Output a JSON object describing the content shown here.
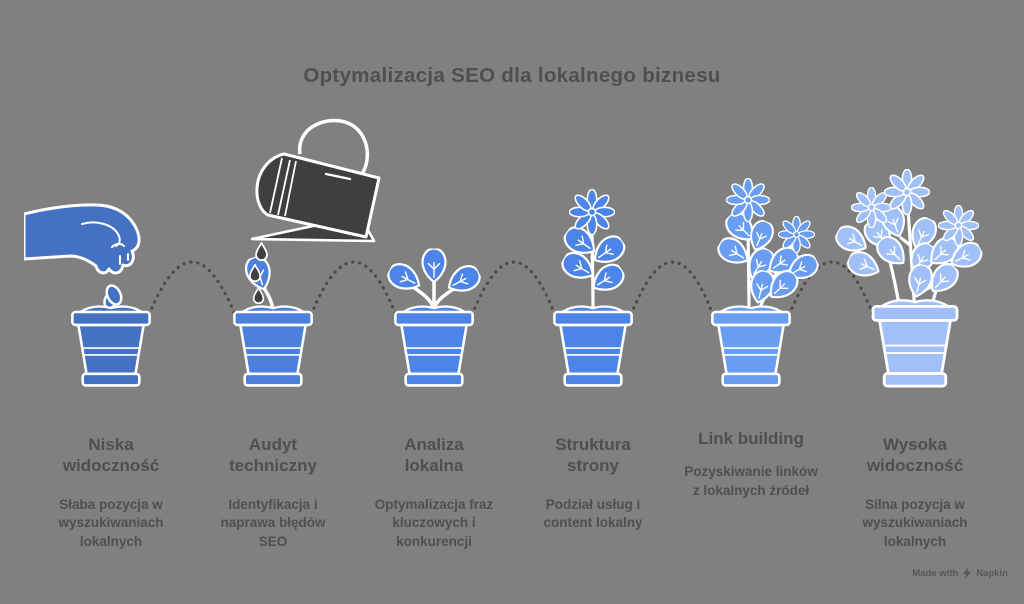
{
  "page": {
    "title": "Optymalizacja SEO dla lokalnego biznesu",
    "background_color": "#808080",
    "text_color": "#4f4f4f",
    "outline_color": "#ffffff",
    "connector_color": "#4a4a4a",
    "watering_can_color": "#3f3f3f"
  },
  "stages": [
    {
      "id": "niska-widocznosc",
      "title": "Niska\nwidoczność",
      "description": "Słaba pozycja w\nwyszukiwaniach\nlokalnych",
      "pot_color": "#4571c3",
      "illustration": "hand-dropping-seed-into-pot"
    },
    {
      "id": "audyt-techniczny",
      "title": "Audyt\ntechniczny",
      "description": "Identyfikacja i\nnaprawa błędów\nSEO",
      "pot_color": "#4d80dc",
      "illustration": "watering-can-over-sprout-pot"
    },
    {
      "id": "analiza-lokalna",
      "title": "Analiza\nlokalna",
      "description": "Optymalizacja fraz\nkluczowych i\nkonkurencji",
      "pot_color": "#4d84e7",
      "illustration": "seedling-pot"
    },
    {
      "id": "struktura-strony",
      "title": "Struktura\nstrony",
      "description": "Podział usług i\ncontent lokalny",
      "pot_color": "#4d84e7",
      "illustration": "single-flower-pot"
    },
    {
      "id": "link-building",
      "title": "Link building",
      "description": "Pozyskiwanie linków\nz lokalnych źródeł",
      "pot_color": "#699df1",
      "illustration": "bush-two-flowers-pot"
    },
    {
      "id": "wysoka-widocznosc",
      "title": "Wysoka\nwidoczność",
      "description": "Silna pozycja w\nwyszukiwaniach\nlokalnych",
      "pot_color": "#a0c0f7",
      "illustration": "full-bloom-pot"
    }
  ],
  "watermark": {
    "prefix": "Made with",
    "brand": "Napkin",
    "icon": "napkin-logo-icon"
  }
}
